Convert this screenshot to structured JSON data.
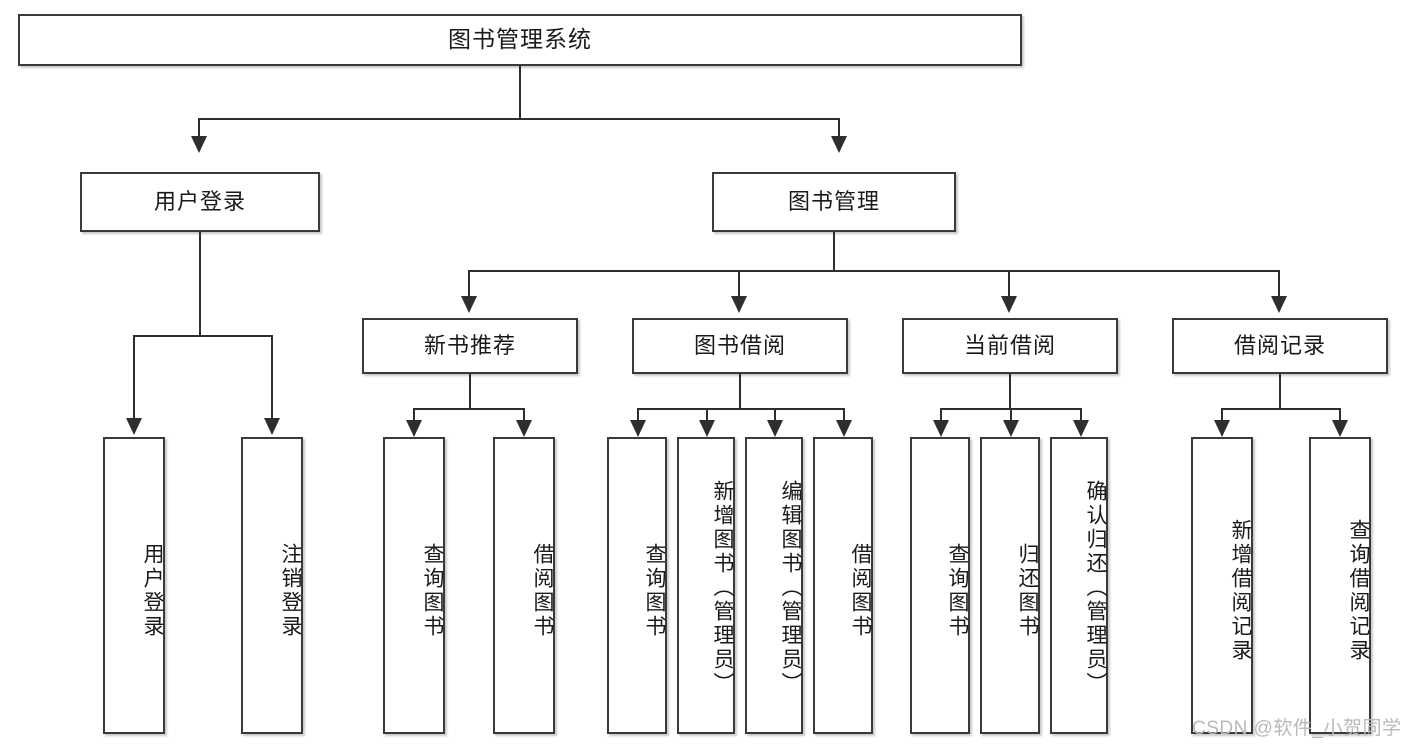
{
  "diagram": {
    "type": "tree",
    "title": "图书管理系统",
    "root": {
      "label": "图书管理系统"
    },
    "level2": [
      {
        "label": "用户登录"
      },
      {
        "label": "图书管理"
      }
    ],
    "level3": [
      {
        "label": "新书推荐"
      },
      {
        "label": "图书借阅"
      },
      {
        "label": "当前借阅"
      },
      {
        "label": "借阅记录"
      }
    ],
    "leaves": {
      "user_login": [
        {
          "label": "用户登录"
        },
        {
          "label": "注销登录"
        }
      ],
      "new_book_recommend": [
        {
          "label": "查询图书"
        },
        {
          "label": "借阅图书"
        }
      ],
      "book_borrow": [
        {
          "label": "查询图书"
        },
        {
          "label": "新增图书（管理员）"
        },
        {
          "label": "编辑图书（管理员）"
        },
        {
          "label": "借阅图书"
        }
      ],
      "current_borrow": [
        {
          "label": "查询图书"
        },
        {
          "label": "归还图书"
        },
        {
          "label": "确认归还（管理员）"
        }
      ],
      "borrow_record": [
        {
          "label": "新增借阅记录"
        },
        {
          "label": "查询借阅记录"
        }
      ]
    }
  },
  "watermark": {
    "text": "CSDN @软件_小贺同学"
  },
  "colors": {
    "border": "#3a3a3a",
    "line": "#2e2e2e",
    "background": "#ffffff",
    "text": "#1a1a1a",
    "watermark": "#b9b9b9"
  }
}
